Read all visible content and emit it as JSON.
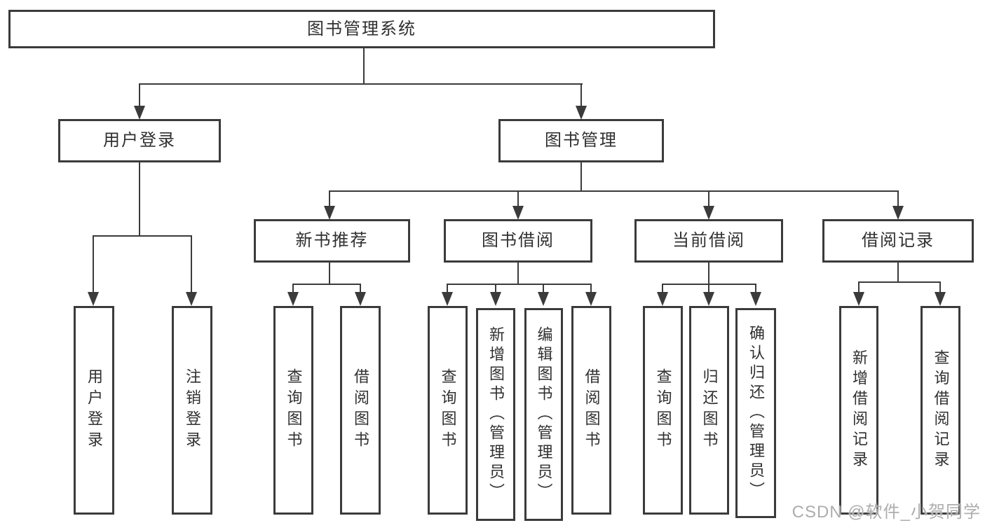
{
  "diagram": {
    "root": {
      "label": "图书管理系统"
    },
    "branches": [
      {
        "label": "用户登录",
        "children": [
          {
            "label": "用户登录"
          },
          {
            "label": "注销登录"
          }
        ]
      },
      {
        "label": "图书管理",
        "children": [
          {
            "label": "新书推荐",
            "children": [
              {
                "label": "查询图书"
              },
              {
                "label": "借阅图书"
              }
            ]
          },
          {
            "label": "图书借阅",
            "children": [
              {
                "label": "查询图书"
              },
              {
                "label": "新增图书（管理员）"
              },
              {
                "label": "编辑图书（管理员）"
              },
              {
                "label": "借阅图书"
              }
            ]
          },
          {
            "label": "当前借阅",
            "children": [
              {
                "label": "查询图书"
              },
              {
                "label": "归还图书"
              },
              {
                "label": "确认归还（管理员）"
              }
            ]
          },
          {
            "label": "借阅记录",
            "children": [
              {
                "label": "新增借阅记录"
              },
              {
                "label": "查询借阅记录"
              }
            ]
          }
        ]
      }
    ]
  },
  "watermark": {
    "text": "CSDN @软件_小贺同学"
  },
  "colors": {
    "line": "#3b3b3b",
    "text": "#303030",
    "watermark": "#adadad",
    "background": "#ffffff"
  }
}
